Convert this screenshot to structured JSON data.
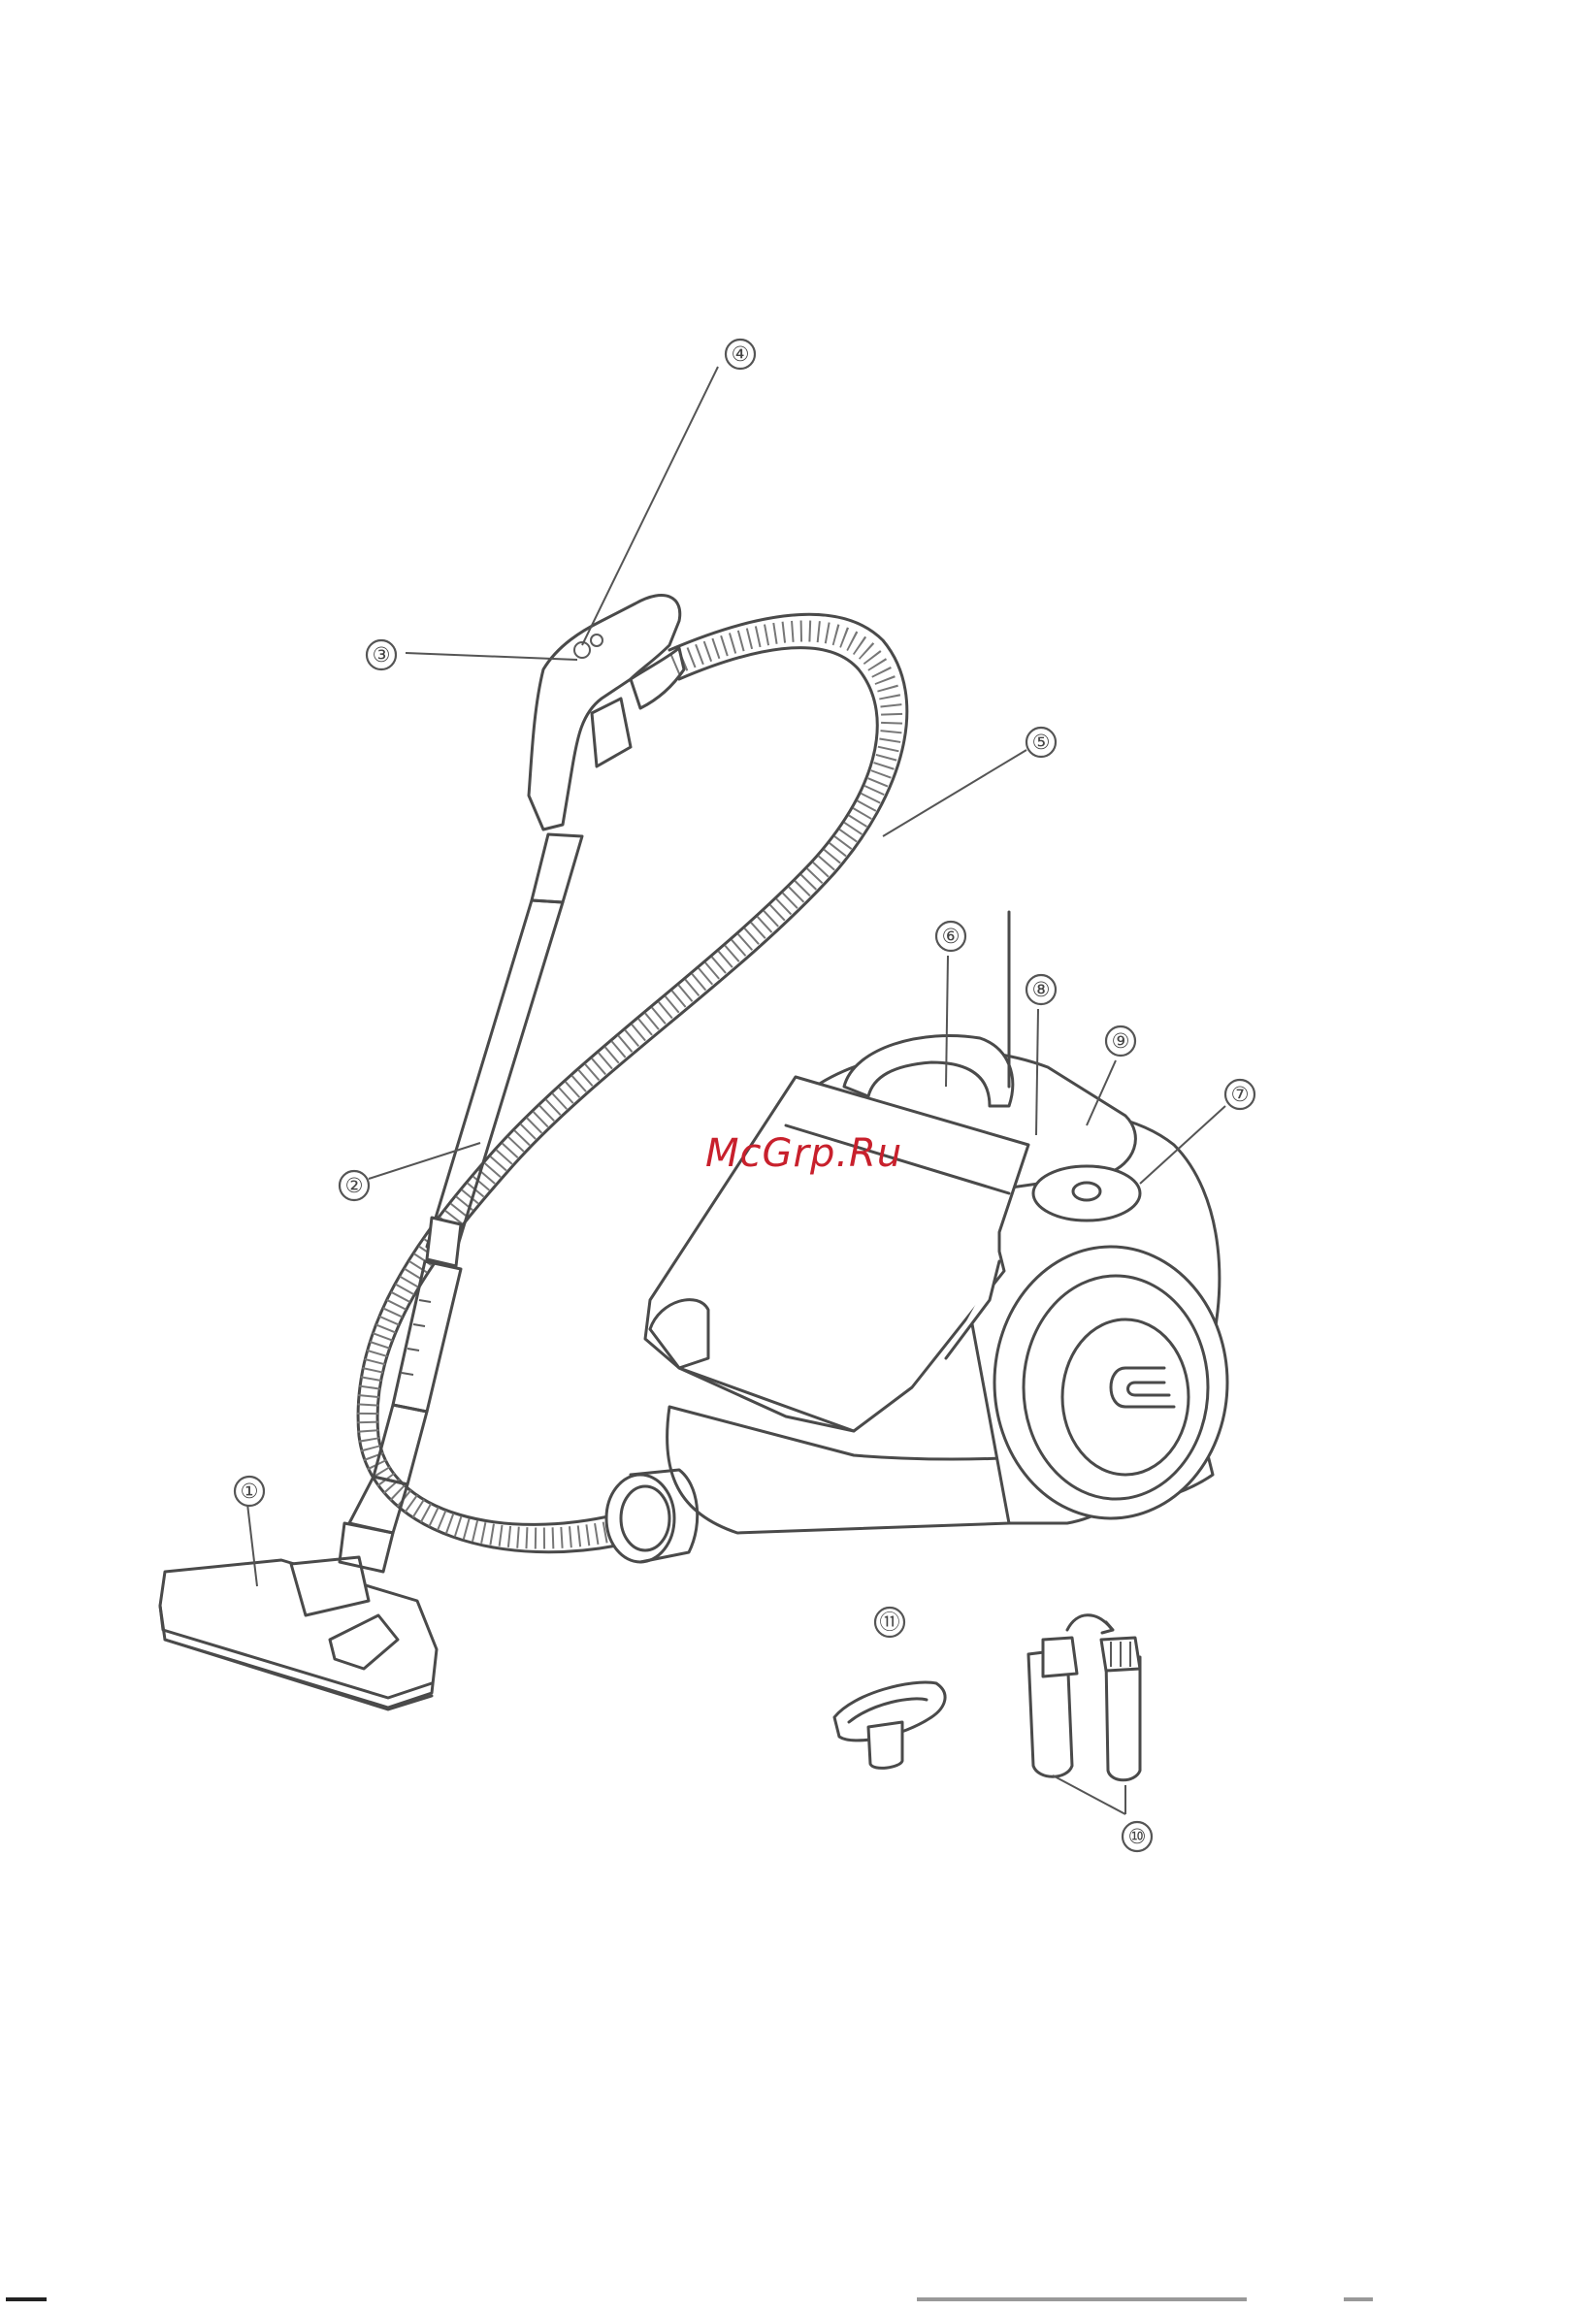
{
  "watermark": "McGrp.Ru",
  "callouts": [
    {
      "id": "1",
      "label": "①"
    },
    {
      "id": "2",
      "label": "②"
    },
    {
      "id": "3",
      "label": "③"
    },
    {
      "id": "4",
      "label": "④"
    },
    {
      "id": "5",
      "label": "⑤"
    },
    {
      "id": "6",
      "label": "⑥"
    },
    {
      "id": "7",
      "label": "⑦"
    },
    {
      "id": "8",
      "label": "⑧"
    },
    {
      "id": "9",
      "label": "⑨"
    },
    {
      "id": "10",
      "label": "⑩"
    },
    {
      "id": "11",
      "label": "⑪"
    }
  ]
}
